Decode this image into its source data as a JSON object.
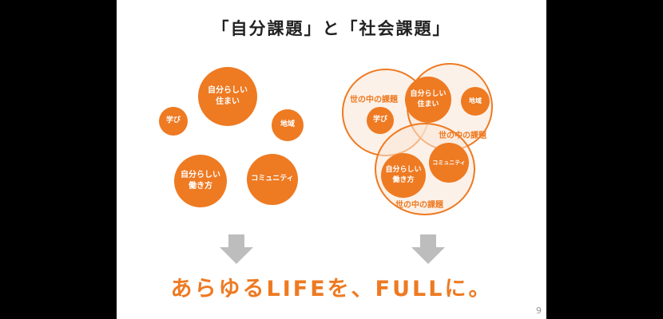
{
  "slide": {
    "title": "「自分課題」と「社会課題」",
    "page_number": "9",
    "tagline": "あらゆるLIFEを、FULLに。",
    "accent_color": "#ee7a22"
  },
  "left_diagram": {
    "circles": [
      {
        "label": "自分らしい\n住まい"
      },
      {
        "label": "学び"
      },
      {
        "label": "地域"
      },
      {
        "label": "自分らしい\n働き方"
      },
      {
        "label": "コミュニティ"
      }
    ]
  },
  "right_diagram": {
    "rings": [
      {
        "label": "世の中の課題"
      },
      {
        "label": "世の中の課題"
      },
      {
        "label": "世の中の課題"
      }
    ],
    "circles": [
      {
        "label": "自分らしい\n住まい"
      },
      {
        "label": "学び"
      },
      {
        "label": "地域"
      },
      {
        "label": "自分らしい\n働き方"
      },
      {
        "label": "コミュニティ"
      }
    ]
  }
}
